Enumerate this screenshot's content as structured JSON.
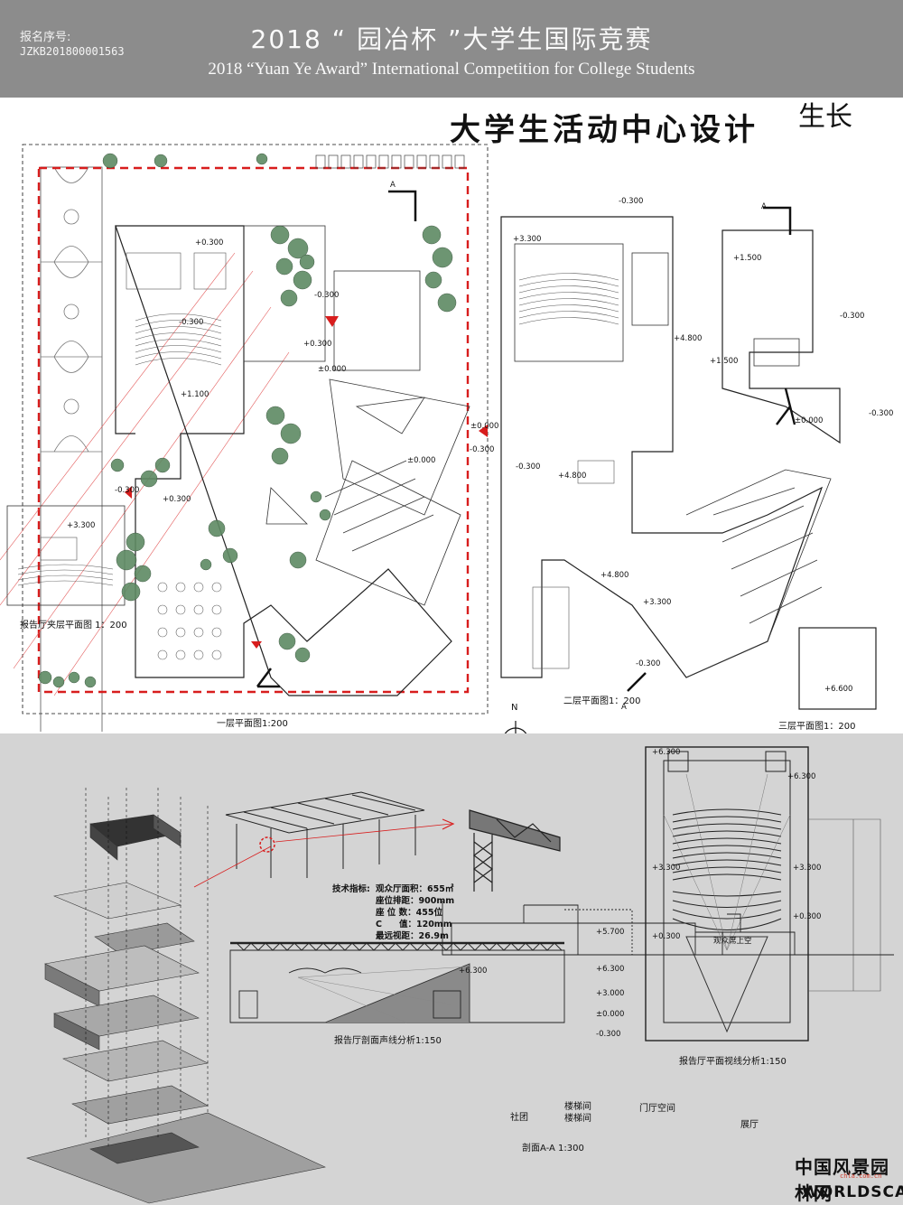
{
  "header": {
    "registration_label": "报名序号:",
    "registration_id": "JZKB201800001563",
    "title_cn": "2018 “ 园冶杯 ”大学生国际竞赛",
    "title_en": "2018 “Yuan Ye Award” International Competition for College Students"
  },
  "project": {
    "title": "大学生活动中心设计",
    "handwritten": "生长"
  },
  "plans": {
    "mezzanine_caption": "报告厅夹层平面图 1：200",
    "floor1_caption": "一层平面图1:200",
    "floor2_caption": "二层平面图1：200",
    "floor3_caption": "三层平面图1：200",
    "north_label": "N",
    "section_mark": "A"
  },
  "levels": {
    "minus_030": "-0.300",
    "plus_030": "+0.300",
    "zero": "±0.000",
    "plus_110": "+1.100",
    "plus_150": "+1.500",
    "plus_330": "+3.300",
    "plus_480": "+4.800",
    "plus_660": "+6.600",
    "plus_630": "+6.300",
    "plus_570": "+5.700",
    "plus_300": "+3.000"
  },
  "auditorium": {
    "tech_title": "技术指标:",
    "tech_lines": [
      "观众厅面积：655㎡",
      "座位排距：900mm",
      "座 位 数：455位",
      "C　　值：120mm",
      "最远视距：26.9m"
    ],
    "section_caption": "报告厅剖面声线分析1:150",
    "plan_caption": "报告厅平面视线分析1:150",
    "stage_label": "观众席上空"
  },
  "section_aa": {
    "caption": "剖面A-A 1:300",
    "rooms": [
      "社团",
      "楼梯间",
      "门厅空间",
      "展厅"
    ]
  },
  "logo": {
    "cn": "中国风景园林网",
    "url": "chla.com.cn",
    "en": "WORLDSCAPE"
  }
}
